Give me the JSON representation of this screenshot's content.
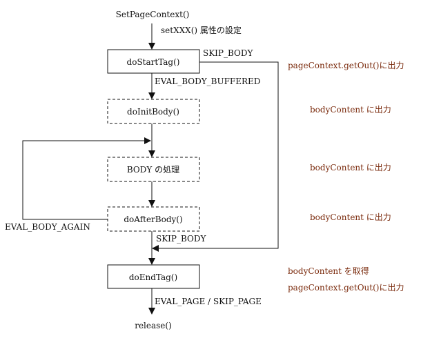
{
  "start_label": "SetPageContext()",
  "set_attr_label": "setXXX() 属性の設定",
  "nodes": {
    "start_tag": "doStartTag()",
    "init_body": "doInitBody()",
    "body_process": "BODY の処理",
    "after_body": "doAfterBody()",
    "end_tag": "doEndTag()"
  },
  "edges": {
    "skip_body_top": "SKIP_BODY",
    "eval_body_buffered": "EVAL_BODY_BUFFERED",
    "eval_body_again": "EVAL_BODY_AGAIN",
    "skip_body_bottom": "SKIP_BODY",
    "eval_page_skip_page": "EVAL_PAGE / SKIP_PAGE"
  },
  "end_label": "release()",
  "notes": {
    "n1": "pageContext.getOut()に出力",
    "n2": "bodyContent に出力",
    "n3": "bodyContent に出力",
    "n4": "bodyContent に出力",
    "n5": "bodyContent を取得",
    "n6": "pageContext.getOut()に出力"
  }
}
